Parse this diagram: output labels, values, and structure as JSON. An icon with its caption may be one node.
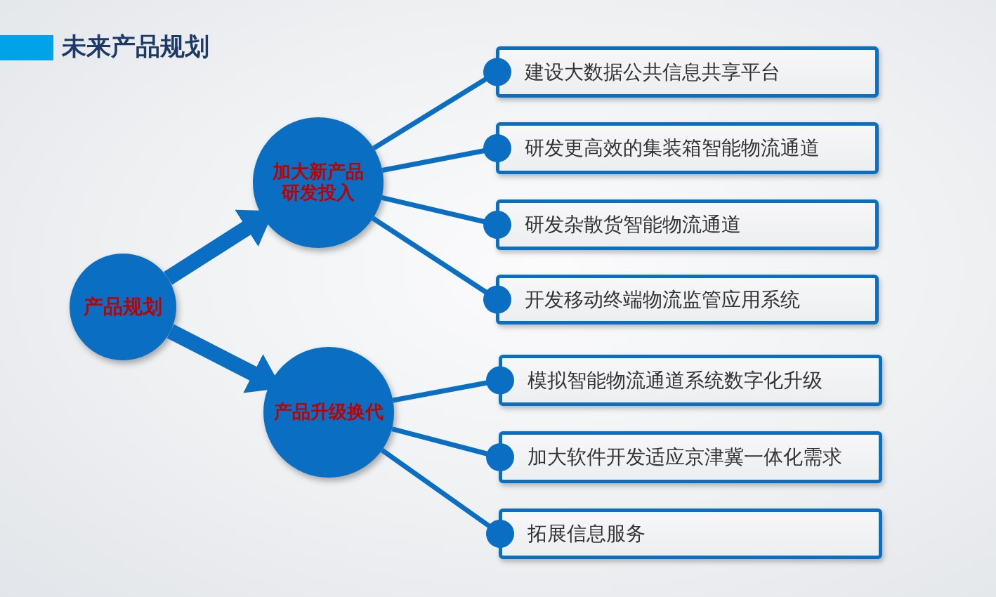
{
  "diagram": {
    "title": "未来产品规划",
    "nodes": [
      {
        "text": [
          "产品规划"
        ]
      },
      {
        "text": [
          "加大新产品研发投入"
        ]
      },
      {
        "text": [
          "产品升级换代"
        ]
      },
      {
        "text": [
          "建设大数据公共信息共享平台"
        ]
      },
      {
        "text": [
          "研发更高效的集装箱智能物流通道"
        ]
      },
      {
        "text": [
          "研发杂散货智能物流通道"
        ]
      },
      {
        "text": [
          "开发移动终端物流监管应用系统"
        ]
      },
      {
        "text": [
          "模拟智能物流通道系统数字化升级"
        ]
      },
      {
        "text": [
          "加大软件开发适应京津冀一体化需求"
        ]
      },
      {
        "text": [
          "拓展信息服务"
        ]
      }
    ],
    "edges": [
      {
        "from": 0,
        "to": 1,
        "arrow": "to",
        "style": "thick"
      },
      {
        "from": 0,
        "to": 2,
        "arrow": "to",
        "style": "thick"
      },
      {
        "from": 1,
        "to": 3,
        "arrow": "other"
      },
      {
        "from": 1,
        "to": 4,
        "arrow": "other"
      },
      {
        "from": 1,
        "to": 5,
        "arrow": "other"
      },
      {
        "from": 1,
        "to": 6,
        "arrow": "other"
      },
      {
        "from": 2,
        "to": 7,
        "arrow": "other"
      },
      {
        "from": 2,
        "to": 8,
        "arrow": "other"
      },
      {
        "from": 2,
        "to": 9,
        "arrow": "other"
      }
    ]
  }
}
